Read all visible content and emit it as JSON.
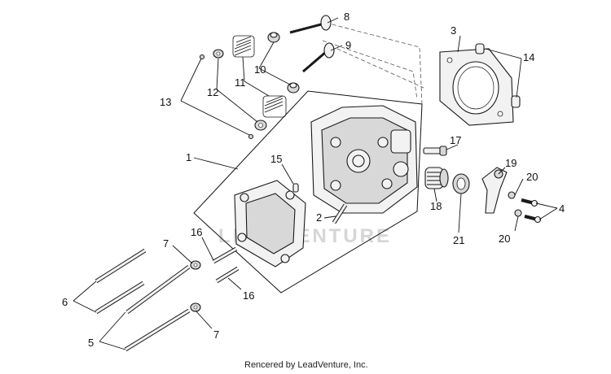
{
  "callouts": {
    "c1": "1",
    "c2": "2",
    "c3": "3",
    "c4": "4",
    "c5": "5",
    "c6": "6",
    "c7a": "7",
    "c7b": "7",
    "c8": "8",
    "c9": "9",
    "c10": "10",
    "c11": "11",
    "c12": "12",
    "c13": "13",
    "c14": "14",
    "c15": "15",
    "c16a": "16",
    "c16b": "16",
    "c17": "17",
    "c18": "18",
    "c19": "19",
    "c20a": "20",
    "c20b": "20",
    "c21": "21"
  },
  "watermark": "LEADVENTURE",
  "footer": "Rencered by LeadVenture, Inc."
}
